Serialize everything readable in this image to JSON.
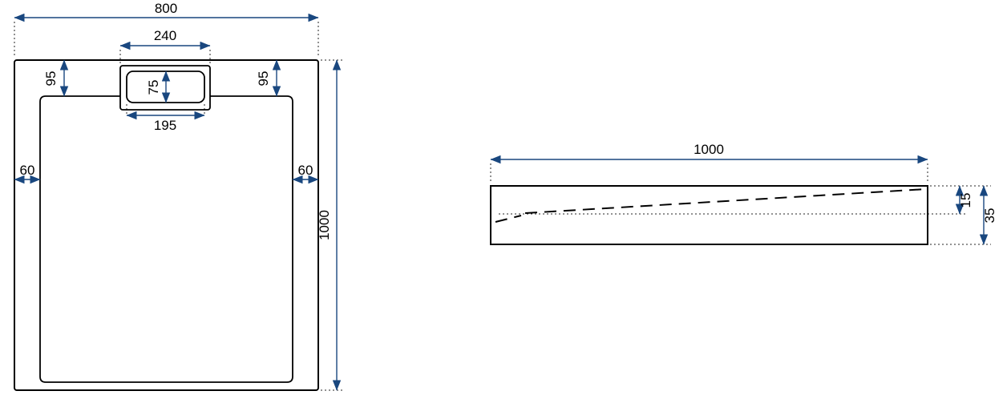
{
  "drawing": {
    "colors": {
      "dimension": "#19477f",
      "outline": "#000000"
    },
    "plan_view": {
      "overall_width": "800",
      "overall_length": "1000",
      "drain_cutout_width": "240",
      "drain_inset_left": "95",
      "drain_inset_right": "95",
      "drain_cover_height": "75",
      "drain_cover_width": "195",
      "side_wall_left": "60",
      "side_wall_right": "60"
    },
    "side_view": {
      "overall_length": "1000",
      "depth_at_drain": "15",
      "overall_height": "35"
    }
  }
}
